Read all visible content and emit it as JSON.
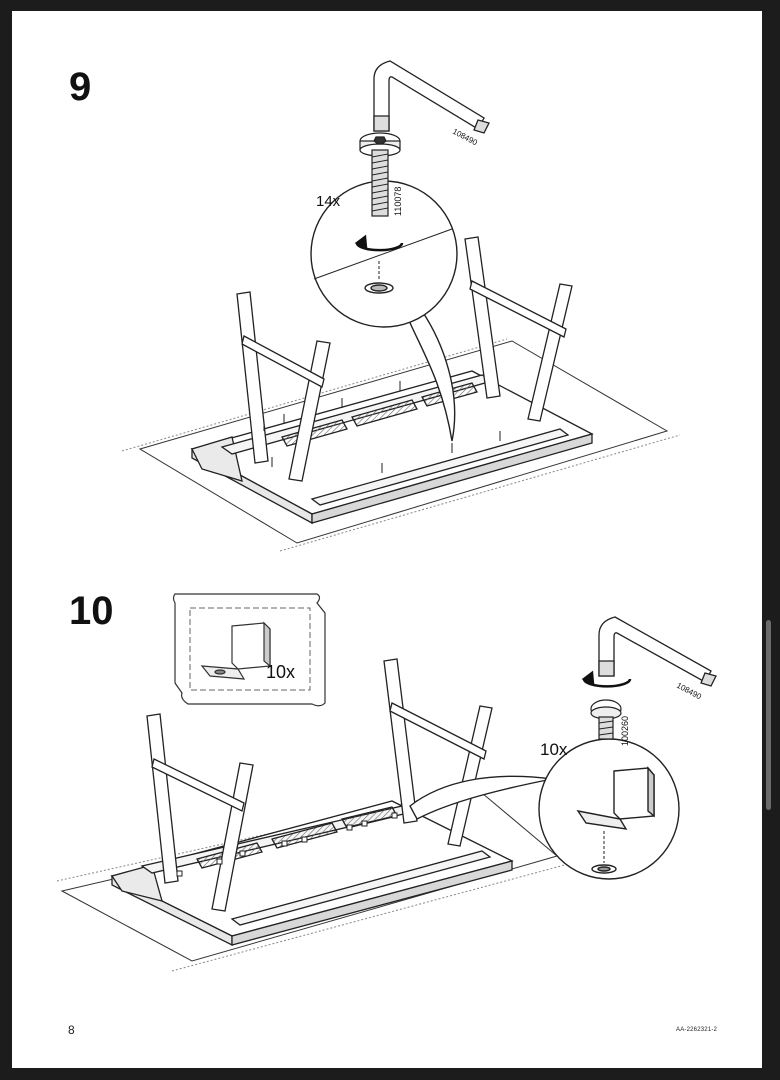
{
  "steps": [
    {
      "number": "9",
      "qty": "14x",
      "screw_code": "110078",
      "tool_code": "108490"
    },
    {
      "number": "10",
      "qty_bracket": "10x",
      "qty_screw": "10x",
      "screw_code": "100260",
      "tool_code": "108490"
    }
  ],
  "footer": {
    "page_number": "8",
    "doc_code": "AA-2262321-2"
  },
  "icons": [
    "allen-key-icon",
    "bolt-icon",
    "turn-arrow-icon",
    "bracket-icon",
    "table-underside-illustration",
    "rug-illustration"
  ]
}
